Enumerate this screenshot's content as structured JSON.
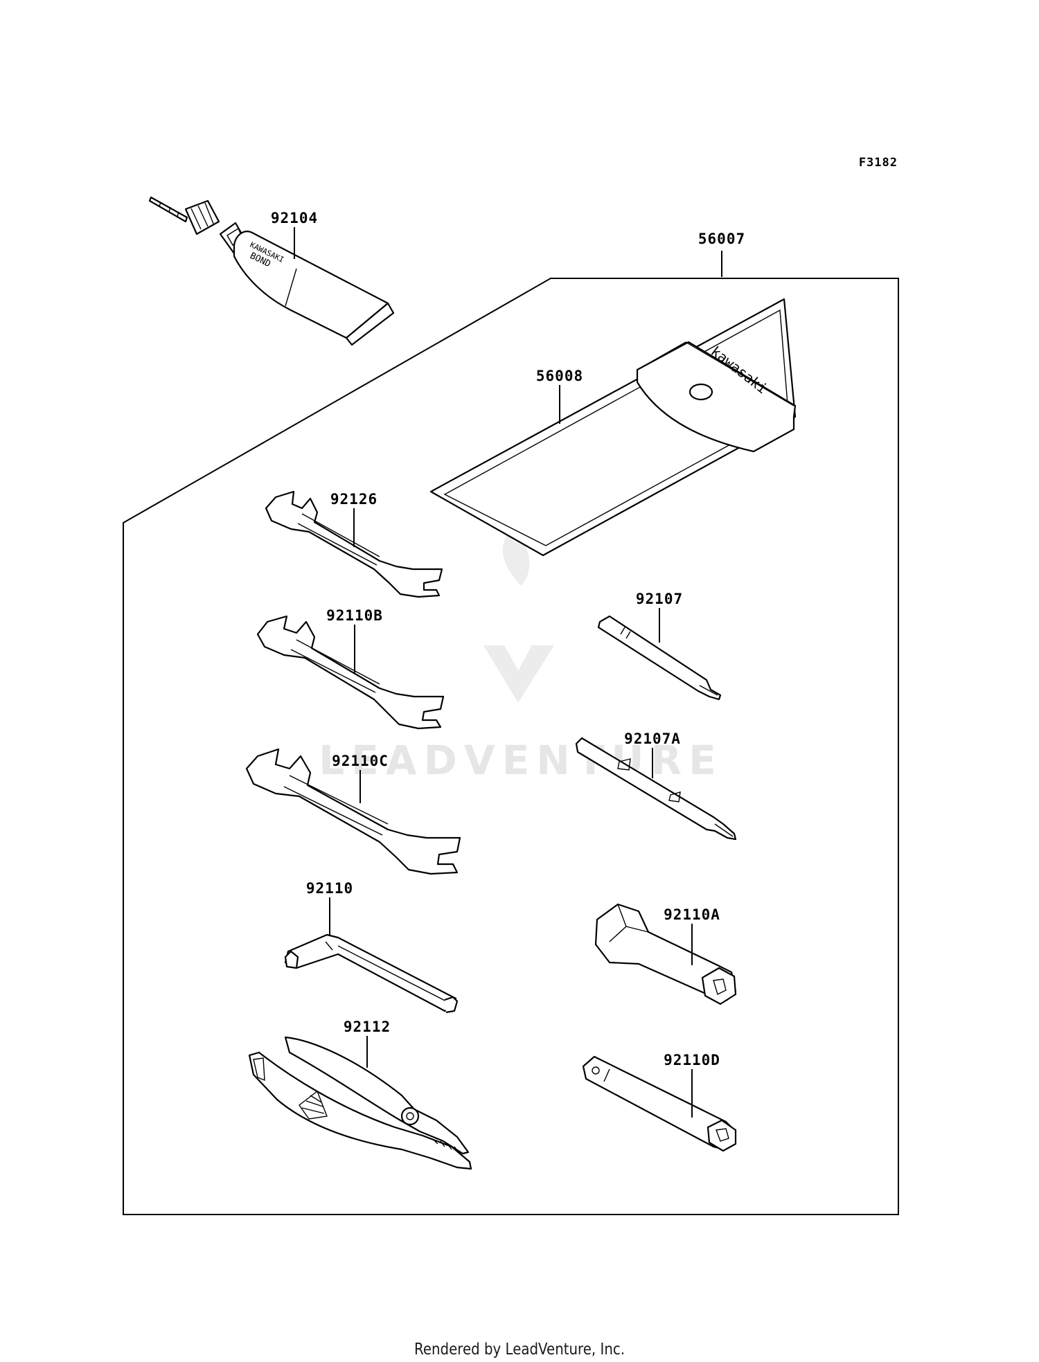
{
  "diagram": {
    "figure_code": "F3182",
    "watermark": "LEADVENTURE",
    "tube_print": [
      "KAWASAKI",
      "BOND"
    ],
    "pouch_print": "kawasaki",
    "parts": [
      {
        "id": "bond",
        "label": "92104"
      },
      {
        "id": "kit",
        "label": "56007"
      },
      {
        "id": "pouch",
        "label": "56008"
      },
      {
        "id": "wrench-a",
        "label": "92126"
      },
      {
        "id": "wrench-b",
        "label": "92110B"
      },
      {
        "id": "wrench-c",
        "label": "92110C"
      },
      {
        "id": "hex-key",
        "label": "92110"
      },
      {
        "id": "pliers",
        "label": "92112"
      },
      {
        "id": "screwdriver-bit",
        "label": "92107"
      },
      {
        "id": "screwdriver-double",
        "label": "92107A"
      },
      {
        "id": "box-wrench",
        "label": "92110A"
      },
      {
        "id": "tube-wrench",
        "label": "92110D"
      }
    ]
  },
  "footer": {
    "text": "Rendered by LeadVenture, Inc."
  }
}
